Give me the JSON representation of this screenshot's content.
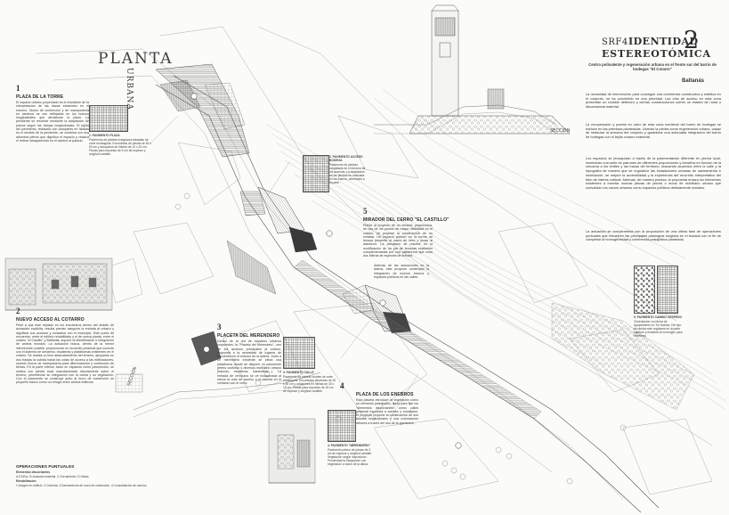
{
  "planta": {
    "title": "PLANTA",
    "subtitle": "URBANA"
  },
  "header": {
    "code": "SRF4",
    "title_a": "IDENTIDAD",
    "title_num": "2",
    "title_b": "ESTEREOTÓMICA",
    "subtitle": "Centro polivalente y regeneración urbana en el frente sur del barrio de bodegas \"El Cotarro\"",
    "author": "Baltanás"
  },
  "sections": {
    "torre": {
      "number": "1",
      "heading": "PLAZA DE LA TORRE",
      "body": "El espacio urbano proyectado es el resultante de la interpretación de las trazas existentes en el entorno. Muros de contención y de mampostería en caminos se ven reflejados en los huecos longitudinales que atraviesan la plaza. La pendiente se resuelve mediante la adaptación de planos según las franjas longitudinales. El tejido del pavimento, realizado con adoquines en hiladas en el sentido de la pendiente, se combina con una alfombra pétrea que dignifica el espacio y resalva el relieve desaparecido en el camino al palacio."
    },
    "cotarro": {
      "number": "2",
      "heading": "NUEVO ACCESO AL COTARRO",
      "body": "Pese a que este espacio es los encuentros dentro del ámbito de actuación explícita, resulta preciso asegurar la entrada al cotarro y dignificar sus accesos y contactos con el municipio. Este punto de encuentro, entre el edificio rehabilitado y el de nueva planta, entre el cotarro \"el Castillo\" y Baltanás, supone la identificación e integración de ambos mundos. La actuación busca, dentro de la menor intervención posible, proporcionar un recorrido peatonal que conecte con el sistema de senderos, escaleras y plataformas existentes en el cotarro. Se realiza un leve abancalamiento del terreno, apoyando en dos franjas la subida hasta las cotas de acceso a las edificaciones, usando muros de mampostería para diferenciación y contención de tierras. En la parte inferior, tanto en espacios como pavimentos, se realiza con piedra local manufacturada directamente sobre el terreno, permitiendo su integración con la colina y su vegetación. Con el pavimento se construye junto al muro de contención un pequeño banco como un refugio entre ambos edificios."
    },
    "merendero": {
      "number": "3",
      "heading": "PLACETA DEL MERENDERO",
      "body": "Dentro de la red de espacios urbanos propuestos, la \"Placeta del Merendero\", uno de los accesos principales al cotarro, responde a la necesidad de lugares de encuentro en el entorno de la ladera. Junto a un merendero existente se eleva una plataforma donde se dispone un pavimento pétreo continuo y diversos mobiliario urbano (bancos, escaleras, barandillas...). La entrada de vehículos se ve incorporada al elevar la cota de acceso a la placeta en el contacto con el cerro."
    },
    "enebros": {
      "number": "4",
      "heading": "PLAZA DE LOS ENEBROS",
      "body": "Esta placeta introduce la vegetación como un elemento paisajístico, fijado para fijar los \"elementos discordantes\" como calles peatonal expuesta a sombra y eucaliptos. El proyecto propone la construcción de dos taludes longitudinales y una colonización arbórea a través del uso de la ajardinera."
    },
    "castillo": {
      "number": "5",
      "heading": "MIRADOR DEL CERRO \"EL CASTILLO\"",
      "body": "Frente al proyecto de un mirador, proporciona, de uso de los puntos de mayor visibilidad en el cotarro, se propone la construcción de un mirador. Un espacio público en la forma de terraza presente al casco de torre y proas al atardecer. La actuación se resume en la modificación de un par de terrazas existentes complementadas por una plataforma que unas dos hileras de especies de árboles."
    },
    "note": "Además de las actuaciones en la ladera, este proyecto contempla la integración de nuevos bancos y espacios públicos en las calles."
  },
  "captions": {
    "paviment_plaza": {
      "title": "1. PAVIMENTO PLAZA",
      "body": "Pavimento de piedras irregulares labradas de corte rectangular. Encontrado de piezas de 50 x 50 cm y adoquines en hileras de 10 x 20 cm. Piezas para repuesto de 5 cm de espesor y longitud variable."
    },
    "paviment_acceso": {
      "title": "2. PAVIMENTO ACCESO BODEGA",
      "body": "Pavimento de piedras irregulares en el entorno de los accesos. La adaptación de las piedras es realizada en los tramos, orientados a la parte."
    },
    "paviment_calle": {
      "title": "3. PAVIMENTO CALLE",
      "body": "Pavimento de piedras locales de corte rectangular. Encontrado de piezas de 30 x 60 cm y adoquines en hileras de 30 x 15 cm. Piezas para repuesto de 15 cm de espesor y longitud variable."
    },
    "paviment_merendero": {
      "title": "4. PAVIMENTO \"MERENDERO\"",
      "body": "Pavimento pétreo de piezas de 3 cm de espesor y longitud variable. Vegetación según disposición. Proximidad la integración con vegetación a razón de la altura."
    },
    "paviment_camino": {
      "title": "5. PAVIMENTO CAMINO CÉSPEDO",
      "body": "Cimentación con tierra de apoyamiento en Tre Nobles. Del tipo de piedra más regulares en la parte superior y escalera en hormigón para interiores."
    }
  },
  "right_text": {
    "p1": "La necesidad de intervención para conseguir una coherencia constructiva y estética en el conjunto, se ha convertido en una prioridad. Las vías de acceso en esta zona presentan un notable deterioro y ciertas construcciones sufren un estado de ruina o discordancia material.",
    "p2": "La recuperación y puesta en valor de esta zona medieval del barrio de bodegas se traduce en las premisas planteadas. Usando la piedra como regenerador urbano, capaz de restaurar la armonía del conjunto y garantizar una adecuada integración del barrio de bodegas con el tejido urbano existente.",
    "p3": "Los espacios se jerarquizan a través de la pavimentación diferente en piedra local, insertando una serie de patrones de diferentes proporciones y tamaños en función de la cercanía a los límites y las trazas del territorio, buscando acuerdos entre la calle y la topografía de manera que se regularice las instalaciones urbanas de saneamiento e iluminación, se mejore la accesibilidad y la experiencia del recorrido interpretativo del bien de interés cultural. Además, de manera precisa, la propuesta enlaza los elementos existentes a insertar nuevas piezas de piedra o modo de mobiliario urbano que consolidan los vacíos urbanos como espacios públicos debidamente dotados.",
    "p4": "La actuación se complementa con la proposición de una última fase de operaciones puntuales que resuelven las principales patologías surgidas en el trazado con el fin de completar la homogeneidad y coherencia paisajística planteada."
  },
  "operaciones": {
    "title": "OPERACIONES PUNTUALES",
    "l1": "Elementos discordantes",
    "l2": "A.E1/Esc. B.Acabado material. C.Cerramiento. D.Vistas",
    "l3": "Rehabilitación",
    "l4": "1.Imagen en edificio. 2.Cubierta. 3.Saneamiento de muro de contención. 4.Consolidación de camino."
  },
  "labels": {
    "seccion": "SECCIÓN"
  }
}
